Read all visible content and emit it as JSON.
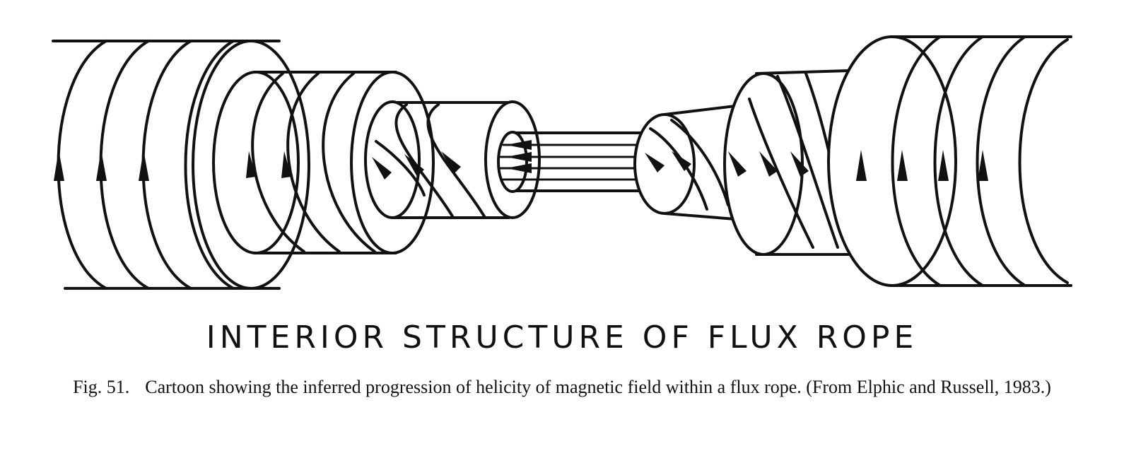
{
  "diagram": {
    "title": "INTERIOR STRUCTURE OF FLUX ROPE"
  },
  "caption": {
    "figure_label": "Fig. 51.",
    "text": "Cartoon showing the inferred progression of helicity of magnetic field within a flux rope. (From Elphic and Russell, 1983.)"
  },
  "colors": {
    "ink": "#111111",
    "paper": "#ffffff"
  }
}
